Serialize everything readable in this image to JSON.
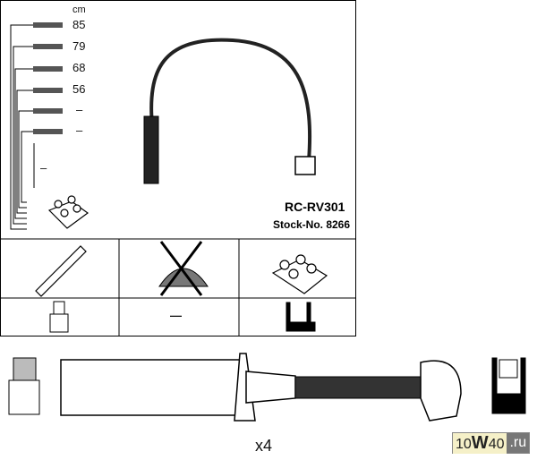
{
  "header": {
    "unit": "cm",
    "lengths": [
      "85",
      "79",
      "68",
      "56",
      "–",
      "–"
    ],
    "coil_lead_length": "–"
  },
  "product": {
    "part_number": "RC-RV301",
    "stock_no": "Stock-No. 8266"
  },
  "compatibility": {
    "distributor_note": "—"
  },
  "bottom": {
    "quantity": "x4"
  },
  "watermark": {
    "left": "10",
    "mid": "W",
    "right": "40",
    ".ru": ".ru",
    "domain": ".ru"
  }
}
